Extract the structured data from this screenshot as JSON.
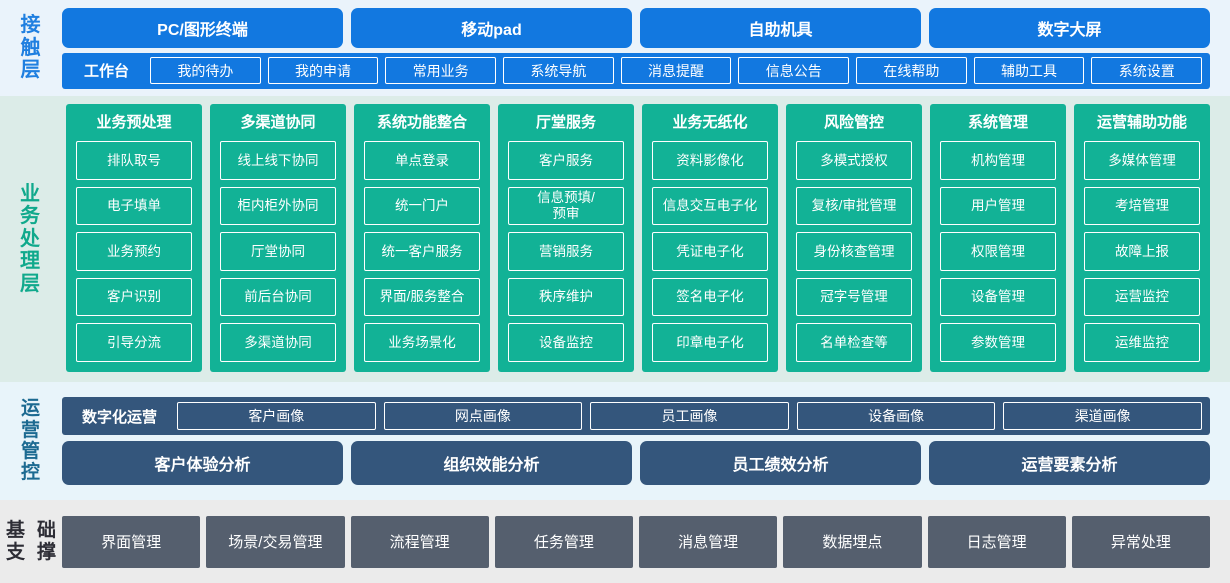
{
  "layers": {
    "touch": {
      "label_chars": [
        "接",
        "触",
        "层"
      ],
      "channels": [
        "PC/图形终端",
        "移动pad",
        "自助机具",
        "数字大屏"
      ],
      "workbench_title": "工作台",
      "workbench_items": [
        "我的待办",
        "我的申请",
        "常用业务",
        "系统导航",
        "消息提醒",
        "信息公告",
        "在线帮助",
        "辅助工具",
        "系统设置"
      ],
      "colors": {
        "background": "#eaf3fb",
        "accent": "#1278e0",
        "label": "#1f7fe0"
      }
    },
    "business": {
      "label_chars": [
        "业",
        "务",
        "处",
        "理",
        "层"
      ],
      "colors": {
        "background": "#dcece8",
        "accent": "#12b296",
        "label": "#10a98c"
      },
      "columns": [
        {
          "title": "业务预处理",
          "items": [
            "排队取号",
            "电子填单",
            "业务预约",
            "客户识别",
            "引导分流"
          ]
        },
        {
          "title": "多渠道协同",
          "items": [
            "线上线下协同",
            "柜内柜外协同",
            "厅堂协同",
            "前后台协同",
            "多渠道协同"
          ]
        },
        {
          "title": "系统功能整合",
          "items": [
            "单点登录",
            "统一门户",
            "统一客户服务",
            "界面/服务整合",
            "业务场景化"
          ]
        },
        {
          "title": "厅堂服务",
          "items": [
            "客户服务",
            "信息预填/\n预审",
            "营销服务",
            "秩序维护",
            "设备监控"
          ]
        },
        {
          "title": "业务无纸化",
          "items": [
            "资料影像化",
            "信息交互电子化",
            "凭证电子化",
            "签名电子化",
            "印章电子化"
          ]
        },
        {
          "title": "风险管控",
          "items": [
            "多模式授权",
            "复核/审批管理",
            "身份核查管理",
            "冠字号管理",
            "名单检查等"
          ]
        },
        {
          "title": "系统管理",
          "items": [
            "机构管理",
            "用户管理",
            "权限管理",
            "设备管理",
            "参数管理"
          ]
        },
        {
          "title": "运营辅助功能",
          "items": [
            "多媒体管理",
            "考培管理",
            "故障上报",
            "运营监控",
            "运维监控"
          ]
        }
      ]
    },
    "operations": {
      "label_chars": [
        "运",
        "营",
        "管",
        "控"
      ],
      "portrait_title": "数字化运营",
      "portrait_items": [
        "客户画像",
        "网点画像",
        "员工画像",
        "设备画像",
        "渠道画像"
      ],
      "analysis_items": [
        "客户体验分析",
        "组织效能分析",
        "员工绩效分析",
        "运营要素分析"
      ],
      "colors": {
        "background": "#e8f4fa",
        "accent": "#34567c",
        "label": "#1c6a91"
      }
    },
    "base": {
      "label_chars": [
        "基",
        "础",
        "支",
        "撑"
      ],
      "items": [
        "界面管理",
        "场景/交易管理",
        "流程管理",
        "任务管理",
        "消息管理",
        "数据埋点",
        "日志管理",
        "异常处理"
      ],
      "colors": {
        "background": "#ebebeb",
        "accent": "#555f6e",
        "label": "#2d2d35"
      }
    }
  }
}
